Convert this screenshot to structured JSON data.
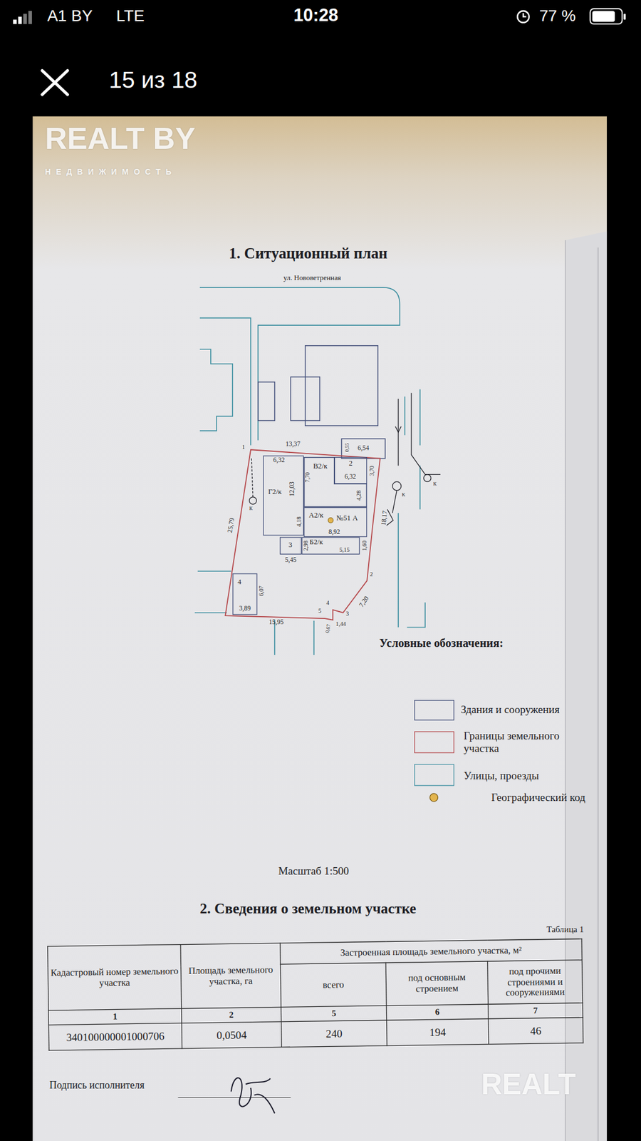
{
  "diagram": {
    "title": "1. Ситуационный план",
    "nodes": [
      {
        "text": [
          "Г2/к"
        ]
      },
      {
        "text": [
          "В2/к"
        ]
      },
      {
        "text": [
          "2"
        ]
      },
      {
        "text": [
          "А2/к",
          "№51 А"
        ]
      },
      {
        "text": [
          "3"
        ]
      },
      {
        "text": [
          "Б2/к"
        ]
      },
      {
        "text": [
          "4"
        ]
      }
    ],
    "labels": [
      "A1 BY",
      "LTE",
      "10:28",
      "77 %",
      "15 из 18",
      "REALT BY",
      "НЕДВИЖИМОСТЬ",
      "ул. Нововетренная",
      "13,37",
      "6,32",
      "0,55",
      "6,54",
      "6,32",
      "3,70",
      "7,70",
      "12,03",
      "4,28",
      "4,18",
      "8,92",
      "2,98",
      "1,60",
      "18,17",
      "5,45",
      "5,15",
      "25,79",
      "6,07",
      "3,89",
      "15,95",
      "7,20",
      "1,44",
      "0,67",
      "1",
      "2",
      "3",
      "4",
      "5",
      "К",
      "К",
      "К",
      "Условные обозначения:",
      "Масштаб 1:500",
      "2. Сведения о земельном участке",
      "Таблица 1",
      "Кадастровый номер земельного участка",
      "Площадь земельного участка, га",
      "Застроенная площадь земельного участка, м²",
      "всего",
      "под основным строением",
      "под прочими строениями и сооружениями",
      "1",
      "2",
      "5",
      "6",
      "7",
      "340100000001000706",
      "0,0504",
      "240",
      "194",
      "46",
      "Подпись исполнителя",
      "REALT"
    ],
    "legend": [
      {
        "text": "Здания и сооружения",
        "color": "#44507a"
      },
      {
        "text": "Границы земельного участка",
        "color": "#b5474a"
      },
      {
        "text": "Улицы, проезды",
        "color": "#3d8fa0"
      },
      {
        "text": "Географический код",
        "color": "#e3b54e"
      }
    ]
  }
}
